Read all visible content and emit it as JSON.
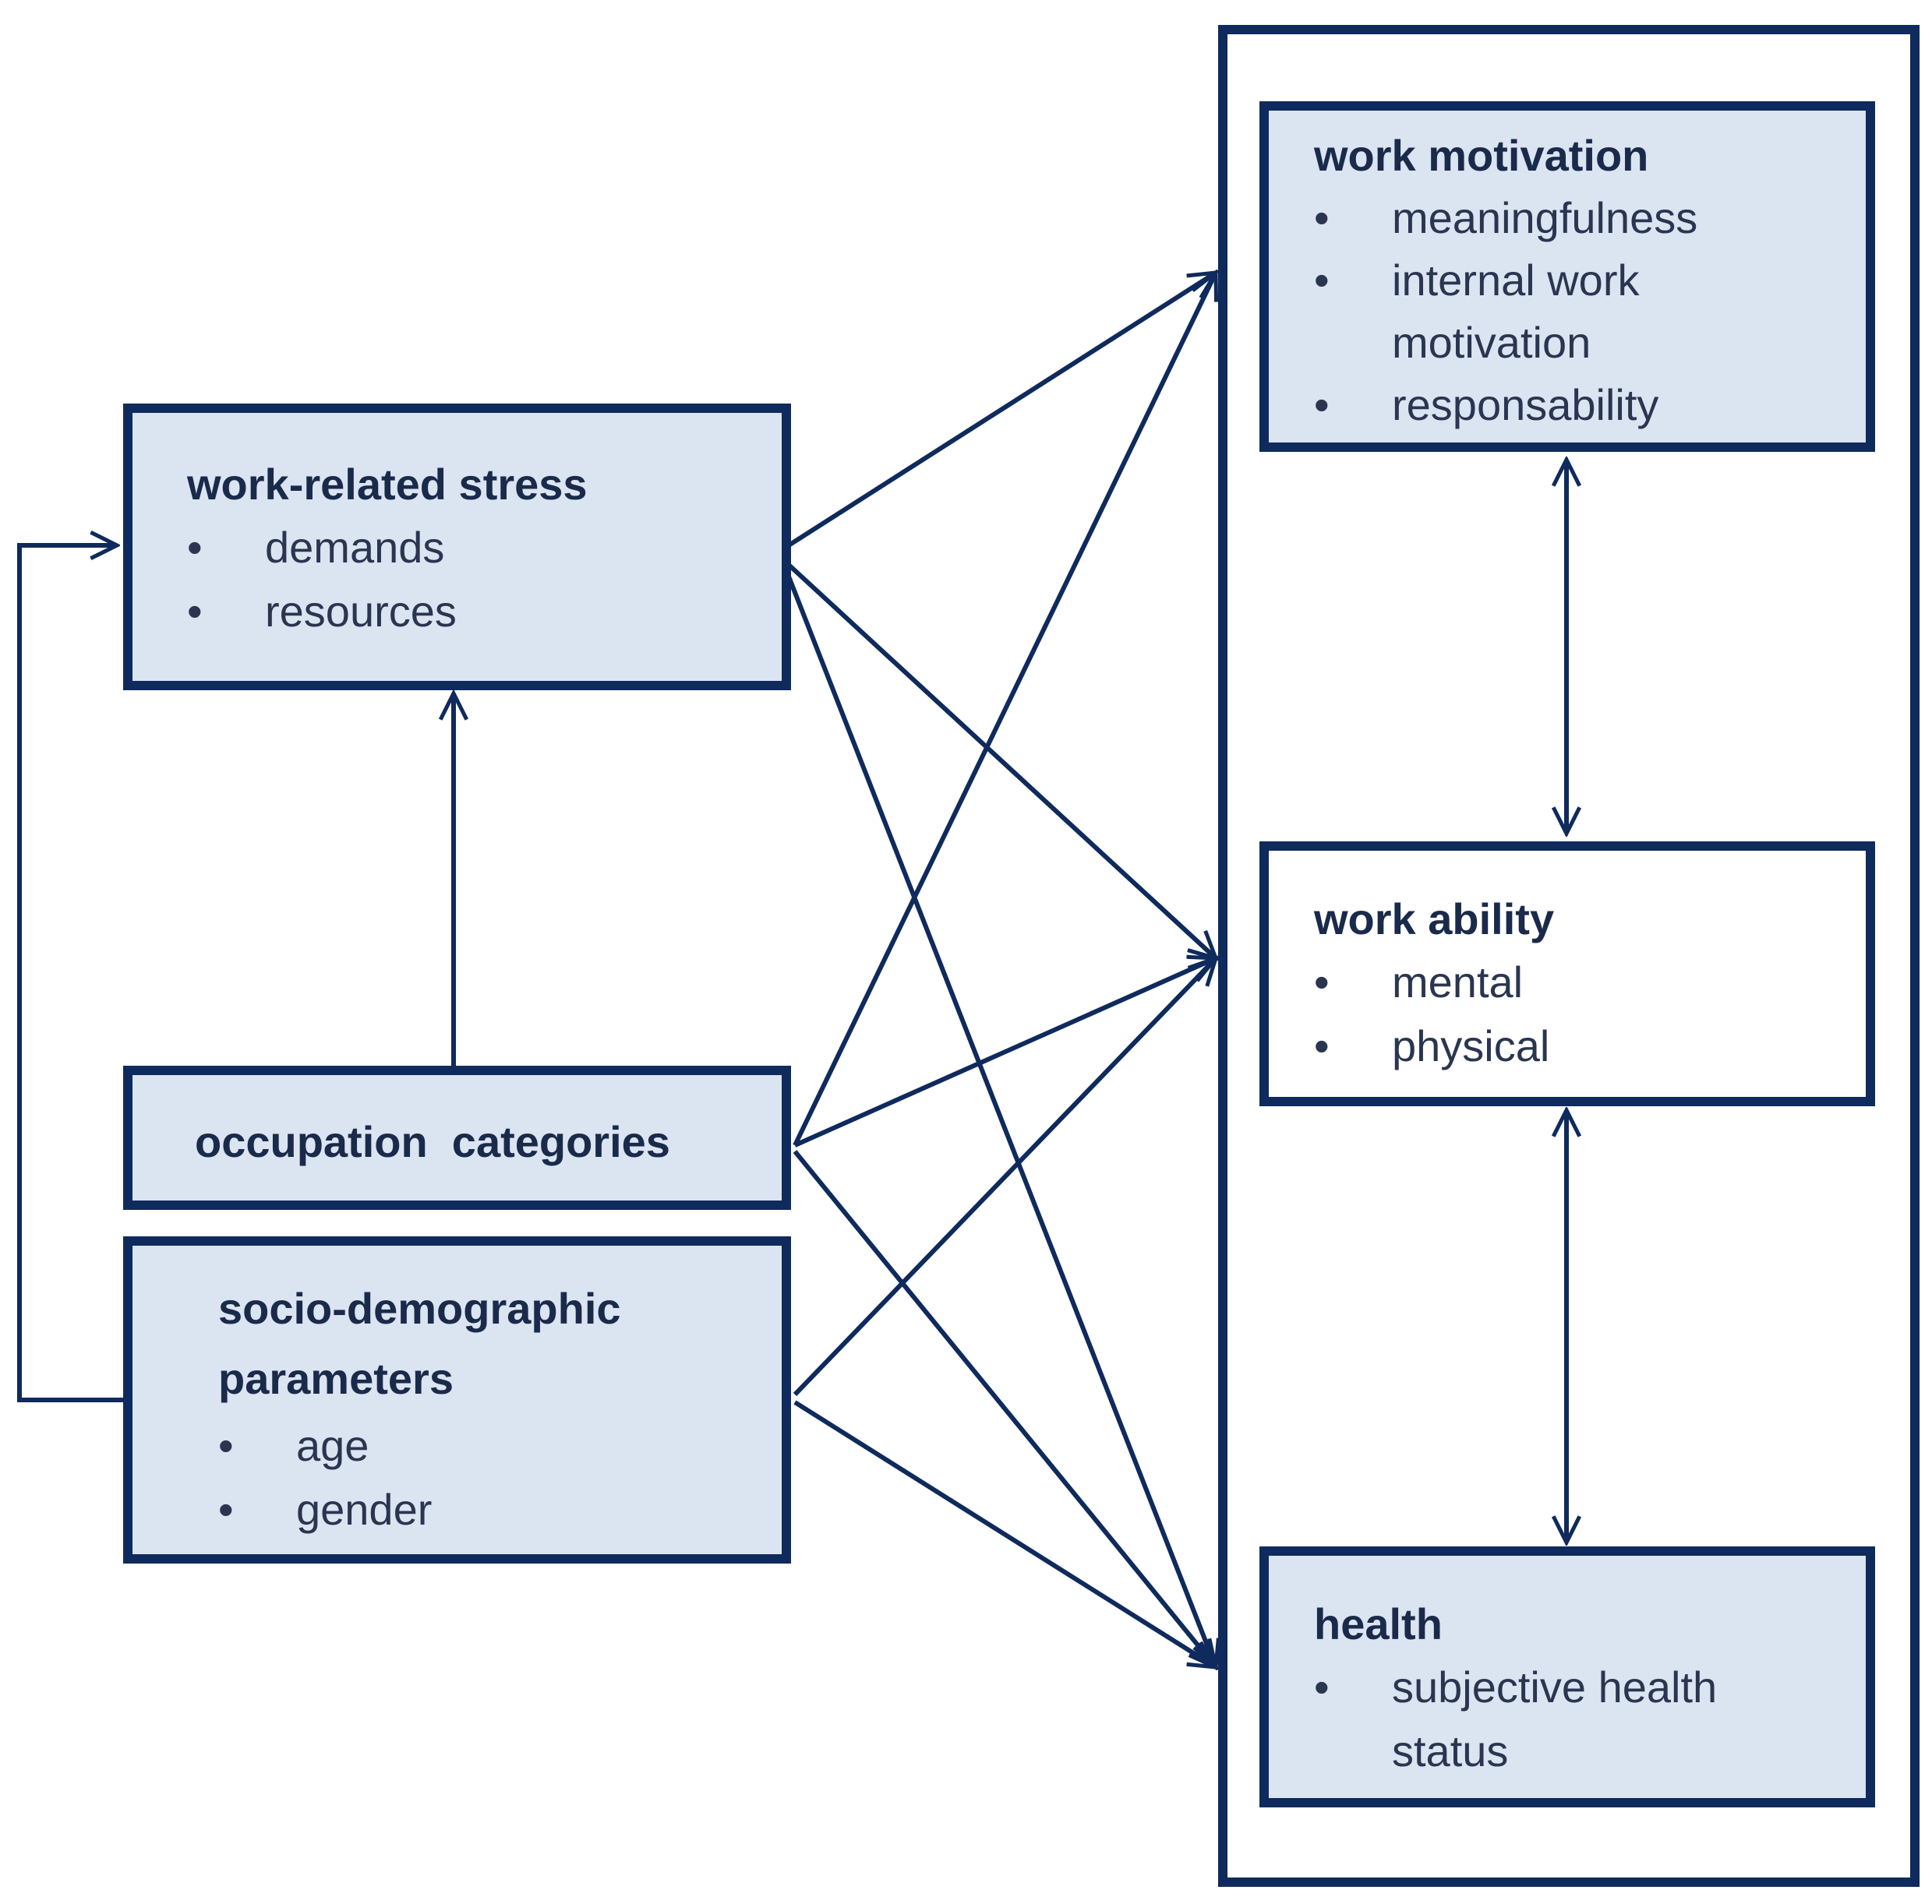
{
  "colors": {
    "stroke": "#0f2a5c",
    "box_fill": "#dbe4f1",
    "text": "#1a2a4a"
  },
  "nodes": {
    "work_related_stress": {
      "title": "work-related stress",
      "items": [
        "demands",
        "resources"
      ]
    },
    "occupation_categories": {
      "title": "occupation  categories"
    },
    "socio_demographic": {
      "title": "socio-demographic parameters",
      "items": [
        "age",
        "gender"
      ]
    },
    "work_motivation": {
      "title": "work motivation",
      "items": [
        "meaningfulness",
        "internal work motivation",
        "responsability"
      ]
    },
    "work_ability": {
      "title": "work ability",
      "items": [
        "mental",
        "physical"
      ]
    },
    "health": {
      "title": "health",
      "items": [
        "subjective health status"
      ]
    }
  },
  "bullet": "•"
}
